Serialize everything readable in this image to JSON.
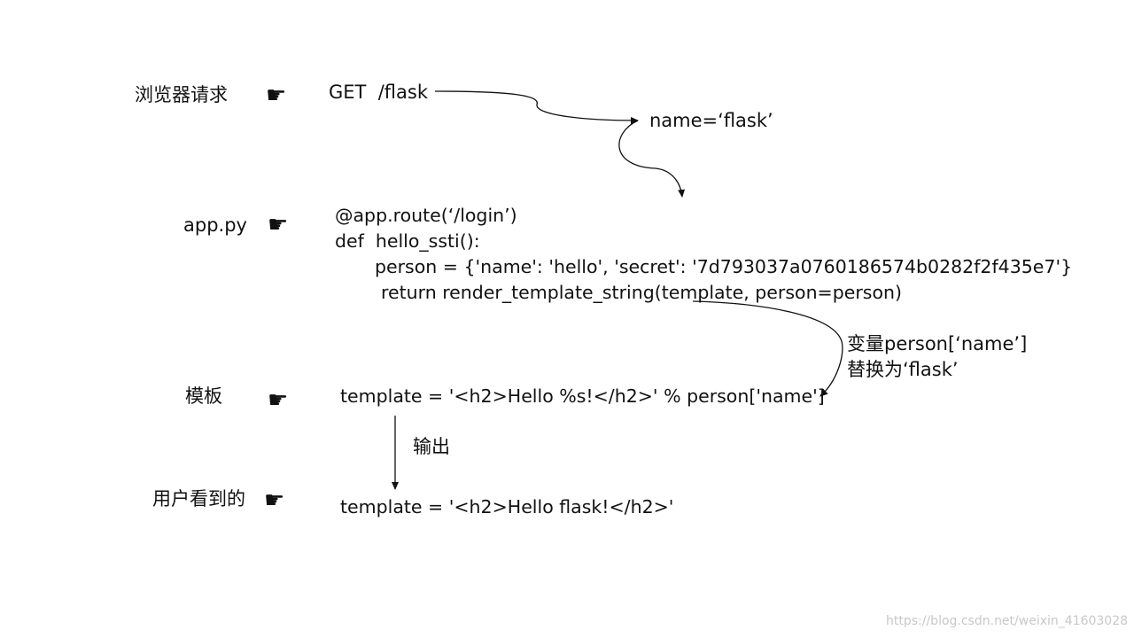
{
  "labels": {
    "browser_request": "浏览器请求",
    "app_py": "app.py",
    "template": "模板",
    "user_sees": "用户看到的"
  },
  "pointer_icon": "☛",
  "request": {
    "line": "GET  /flask",
    "param": "name=‘flask’"
  },
  "code": {
    "line1": "@app.route(‘/login’)",
    "line2": "def  hello_ssti():",
    "line3": "person = {'name': 'hello', 'secret': '7d793037a0760186574b0282f2f435e7'}",
    "line4": "return render_template_string(template, person=person)"
  },
  "annotation": {
    "line1": "变量person[‘name’]",
    "line2": "替换为‘flask’"
  },
  "template_line": "template = '<h2>Hello %s!</h2>' % person['name']",
  "output_label": "输出",
  "result_line": "template = '<h2>Hello flask!</h2>'",
  "watermark": "https://blog.csdn.net/weixin_41603028"
}
